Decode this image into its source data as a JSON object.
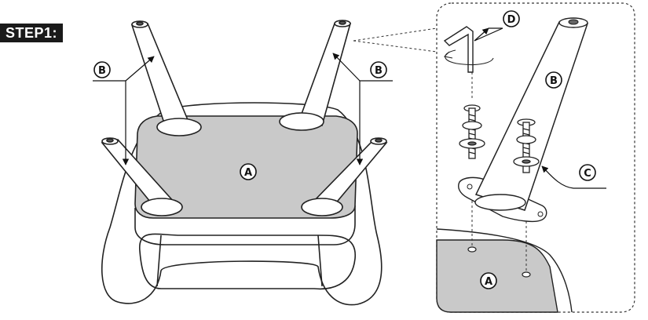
{
  "step": {
    "title": "STEP1:"
  },
  "labels": {
    "seat": "A",
    "leg": "B",
    "washer": "C",
    "hex_key": "D"
  }
}
